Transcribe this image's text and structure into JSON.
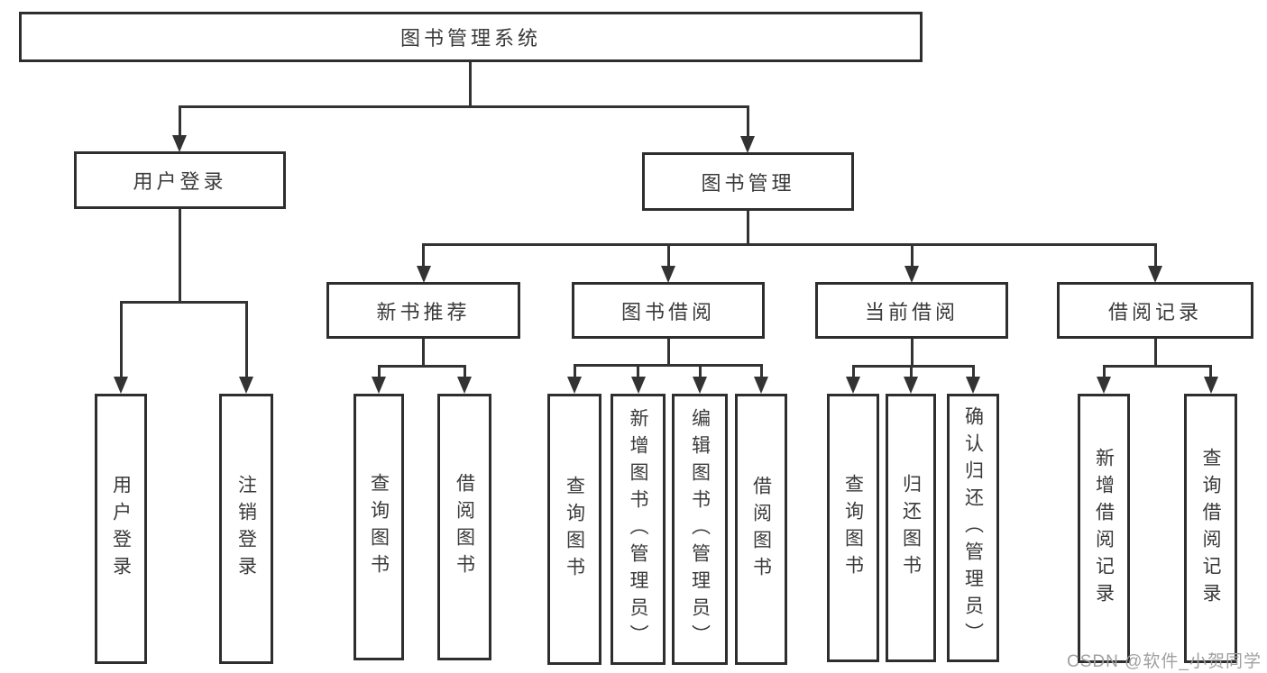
{
  "diagram": {
    "root": {
      "label": "图书管理系统"
    },
    "user_login": {
      "label": "用户登录",
      "children": [
        {
          "label": "用户登录"
        },
        {
          "label": "注销登录"
        }
      ]
    },
    "book_mgmt": {
      "label": "图书管理",
      "children": [
        {
          "label": "新书推荐",
          "children": [
            {
              "label": "查询图书"
            },
            {
              "label": "借阅图书"
            }
          ]
        },
        {
          "label": "图书借阅",
          "children": [
            {
              "label": "查询图书"
            },
            {
              "label": "新增图书（管理员）"
            },
            {
              "label": "编辑图书（管理员）"
            },
            {
              "label": "借阅图书"
            }
          ]
        },
        {
          "label": "当前借阅",
          "children": [
            {
              "label": "查询图书"
            },
            {
              "label": "归还图书"
            },
            {
              "label": "确认归还（管理员）"
            }
          ]
        },
        {
          "label": "借阅记录",
          "children": [
            {
              "label": "新增借阅记录"
            },
            {
              "label": "查询借阅记录"
            }
          ]
        }
      ]
    }
  },
  "watermark": {
    "text": "CSDN @软件_小贺同学"
  },
  "colors": {
    "line": "#333333",
    "border": "#2e2e2e",
    "text": "#3a3a3a",
    "watermark": "#a0a0a0"
  }
}
